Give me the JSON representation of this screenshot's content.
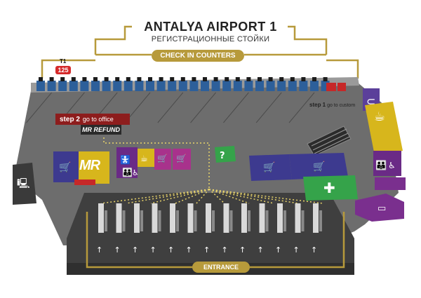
{
  "header": {
    "title": "ANTALYA AIRPORT 1",
    "subtitle": "РЕГИСТРАЦИОННЫЕ СТОЙКИ"
  },
  "labels": {
    "check_in": "CHECK IN COUNTERS",
    "entrance": "ENTRANCE",
    "terminal": "T1",
    "counter_number": "125",
    "step2_label": "step 2",
    "step2_text": "go to office",
    "mr_refund": "MR REFUND",
    "step1_label": "step 1",
    "step1_text": "go to custom",
    "mr_logo": "MR"
  },
  "colors": {
    "gold": "#b79a3b",
    "floor": "#6b6b6b",
    "dark_floor": "#4a4a4a",
    "purple": "#6a2a86",
    "blue": "#3d3a8f",
    "green": "#35a34a",
    "yellow": "#d7b61c",
    "magenta": "#a8328c",
    "red": "#d52a2a",
    "counter_blue": "#2d5f9a"
  },
  "icons": [
    "shopping-cart-icon",
    "family-restroom-icon",
    "baby-change-icon",
    "info-question-icon",
    "first-aid-icon",
    "coffee-icon",
    "phone-card-icon",
    "wheelchair-icon",
    "office-desk-icon",
    "entrance-arrow-icon"
  ]
}
